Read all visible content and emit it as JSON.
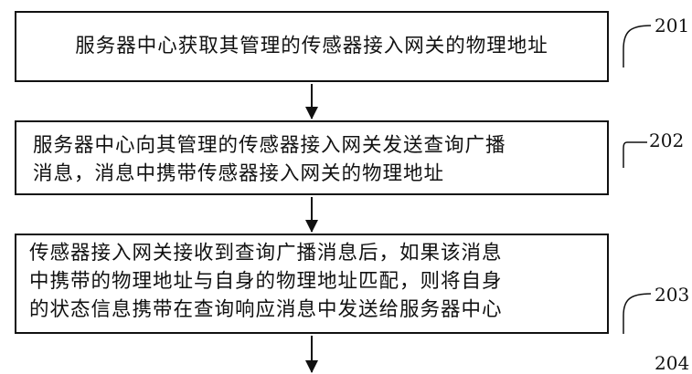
{
  "steps": [
    {
      "id": "201",
      "lines": [
        "服务器中心获取其管理的传感器接入网关的物理地址"
      ]
    },
    {
      "id": "202",
      "lines": [
        "服务器中心向其管理的传感器接入网关发送查询广播",
        "消息，消息中携带传感器接入网关的物理地址"
      ]
    },
    {
      "id": "203",
      "lines": [
        "传感器接入网关接收到查询广播消息后，如果该消息",
        "中携带的物理地址与自身的物理地址匹配，则将自身",
        "的状态信息携带在查询响应消息中发送给服务器中心"
      ]
    },
    {
      "id": "204",
      "lines": []
    }
  ]
}
